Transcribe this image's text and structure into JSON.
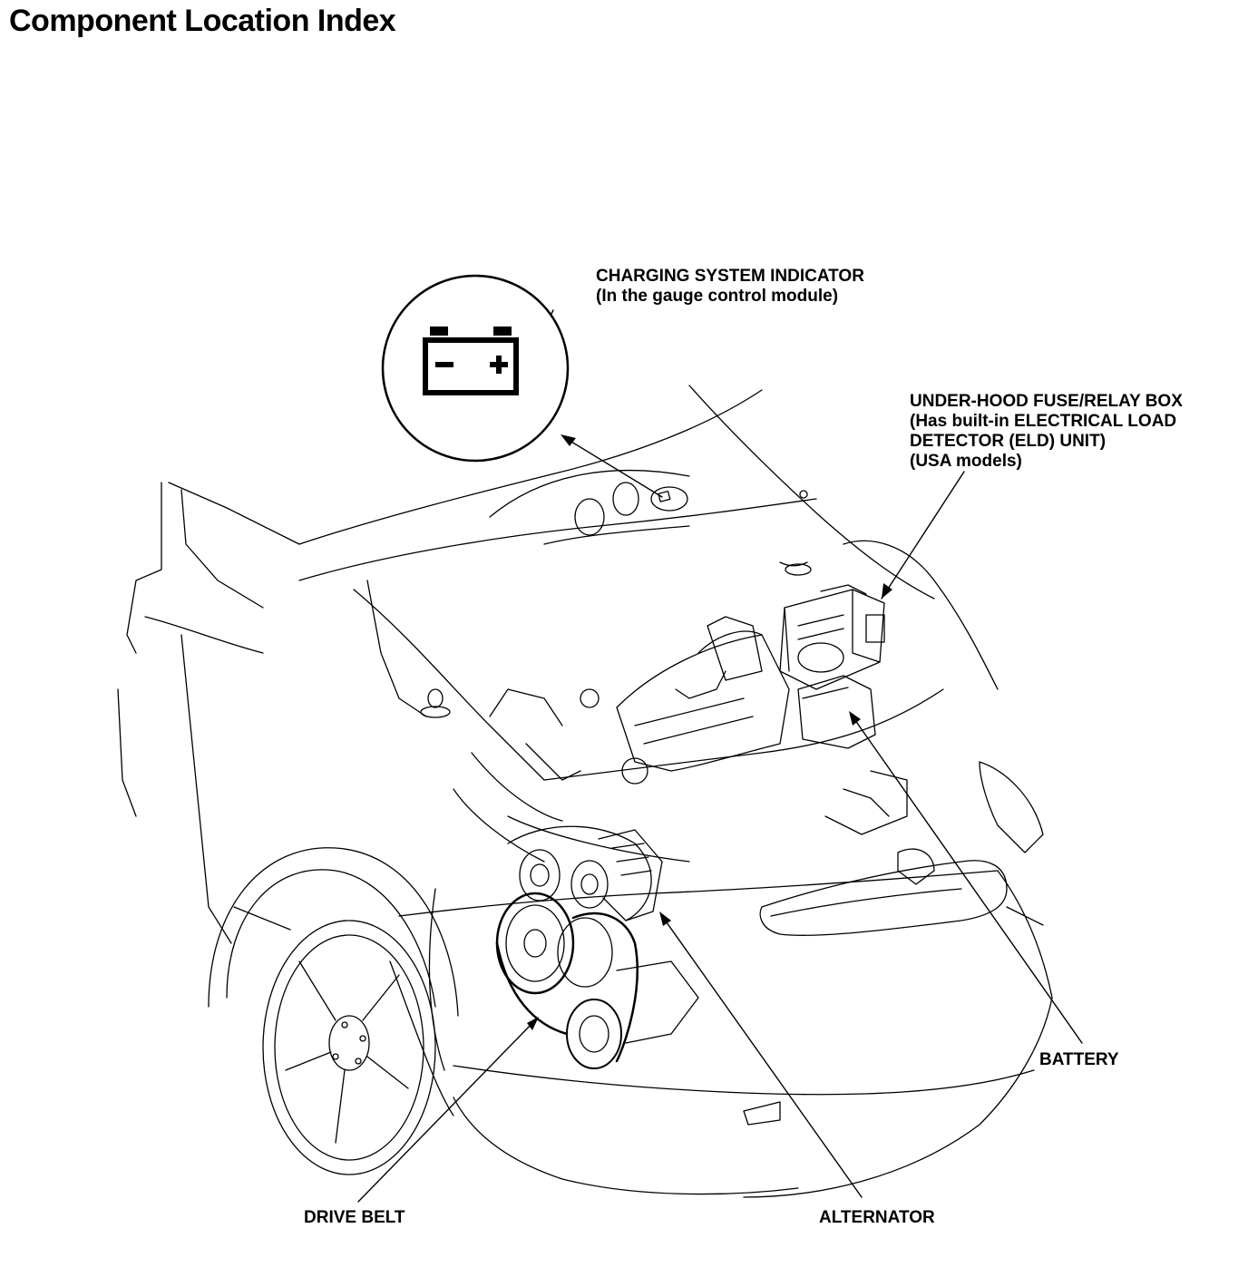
{
  "title": "Component Location Index",
  "callouts": {
    "charging_indicator": {
      "lines": [
        "CHARGING SYSTEM INDICATOR",
        "(In the gauge control module)"
      ]
    },
    "fuse_box": {
      "lines": [
        "UNDER-HOOD FUSE/RELAY BOX",
        "(Has built-in ELECTRICAL LOAD",
        "DETECTOR (ELD) UNIT)",
        "(USA models)"
      ]
    },
    "battery": {
      "label": "BATTERY"
    },
    "drive_belt": {
      "label": "DRIVE BELT"
    },
    "alternator": {
      "label": "ALTERNATOR"
    }
  },
  "icons": {
    "indicator": "battery-warning-icon"
  }
}
